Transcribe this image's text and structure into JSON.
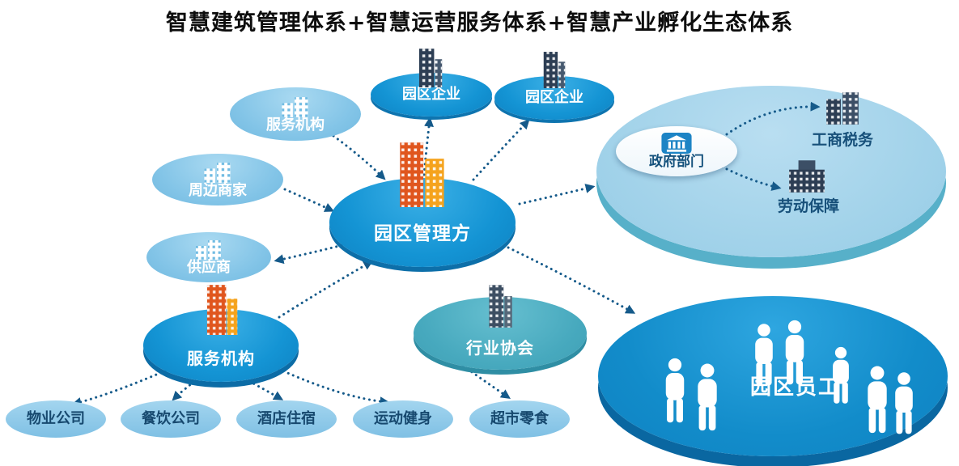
{
  "title": "智慧建筑管理体系+智慧运营服务体系+智慧产业孵化生态体系",
  "colors": {
    "primary_blue": "#1494d4",
    "light_blue": "#82c4e7",
    "teal": "#47a9be",
    "zone_light_blue": "#a3d3ea",
    "zone_rim_teal": "#57b0c9",
    "navy_text": "#17496f",
    "arrow": "#155a8a",
    "orange": "#e0561e",
    "amber": "#f5a31d"
  },
  "nodes": {
    "park_enterprise_1": {
      "label": "园区企业"
    },
    "park_enterprise_2": {
      "label": "园区企业"
    },
    "service_org_top": {
      "label": "服务机构"
    },
    "nearby_merchants": {
      "label": "周边商家"
    },
    "suppliers": {
      "label": "供应商"
    },
    "park_management": {
      "label": "园区管理方"
    },
    "service_org_main": {
      "label": "服务机构"
    },
    "industry_association": {
      "label": "行业协会"
    },
    "government_dept": {
      "label": "政府部门"
    },
    "commerce_tax": {
      "label": "工商税务"
    },
    "labor_security": {
      "label": "劳动保障"
    },
    "park_employees": {
      "label": "园区员工"
    },
    "property_company": {
      "label": "物业公司"
    },
    "catering_company": {
      "label": "餐饮公司"
    },
    "hotel_lodging": {
      "label": "酒店住宿"
    },
    "sports_fitness": {
      "label": "运动健身"
    },
    "supermarket_snacks": {
      "label": "超市零食"
    }
  },
  "connections": [
    {
      "from": "service_org_top",
      "to": "park_management"
    },
    {
      "from": "nearby_merchants",
      "to": "park_management"
    },
    {
      "from": "park_management",
      "to": "suppliers"
    },
    {
      "from": "service_org_main",
      "to": "park_management"
    },
    {
      "from": "park_management",
      "to": "park_enterprise_1"
    },
    {
      "from": "park_management",
      "to": "park_enterprise_2"
    },
    {
      "from": "park_management",
      "to": "government_zone"
    },
    {
      "from": "park_management",
      "to": "park_employees"
    },
    {
      "from": "service_org_main",
      "to": "property_company"
    },
    {
      "from": "service_org_main",
      "to": "catering_company"
    },
    {
      "from": "service_org_main",
      "to": "hotel_lodging"
    },
    {
      "from": "service_org_main",
      "to": "sports_fitness"
    },
    {
      "from": "industry_association",
      "to": "supermarket_snacks"
    },
    {
      "from": "government_dept",
      "to": "commerce_tax"
    },
    {
      "from": "government_dept",
      "to": "labor_security"
    }
  ]
}
